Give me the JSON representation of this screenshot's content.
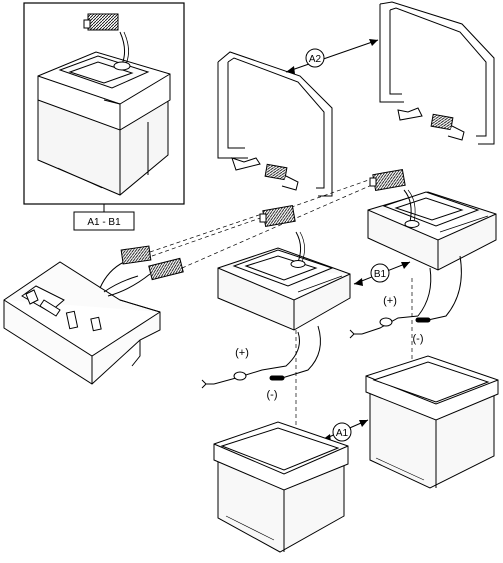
{
  "callouts": {
    "inset": "A1 - B1",
    "a2": "A2",
    "b1": "B1",
    "a1": "A1"
  },
  "polarity": {
    "right_positive": "(+)",
    "right_negative": "(-)",
    "left_positive": "(+)",
    "left_negative": "(-)"
  }
}
